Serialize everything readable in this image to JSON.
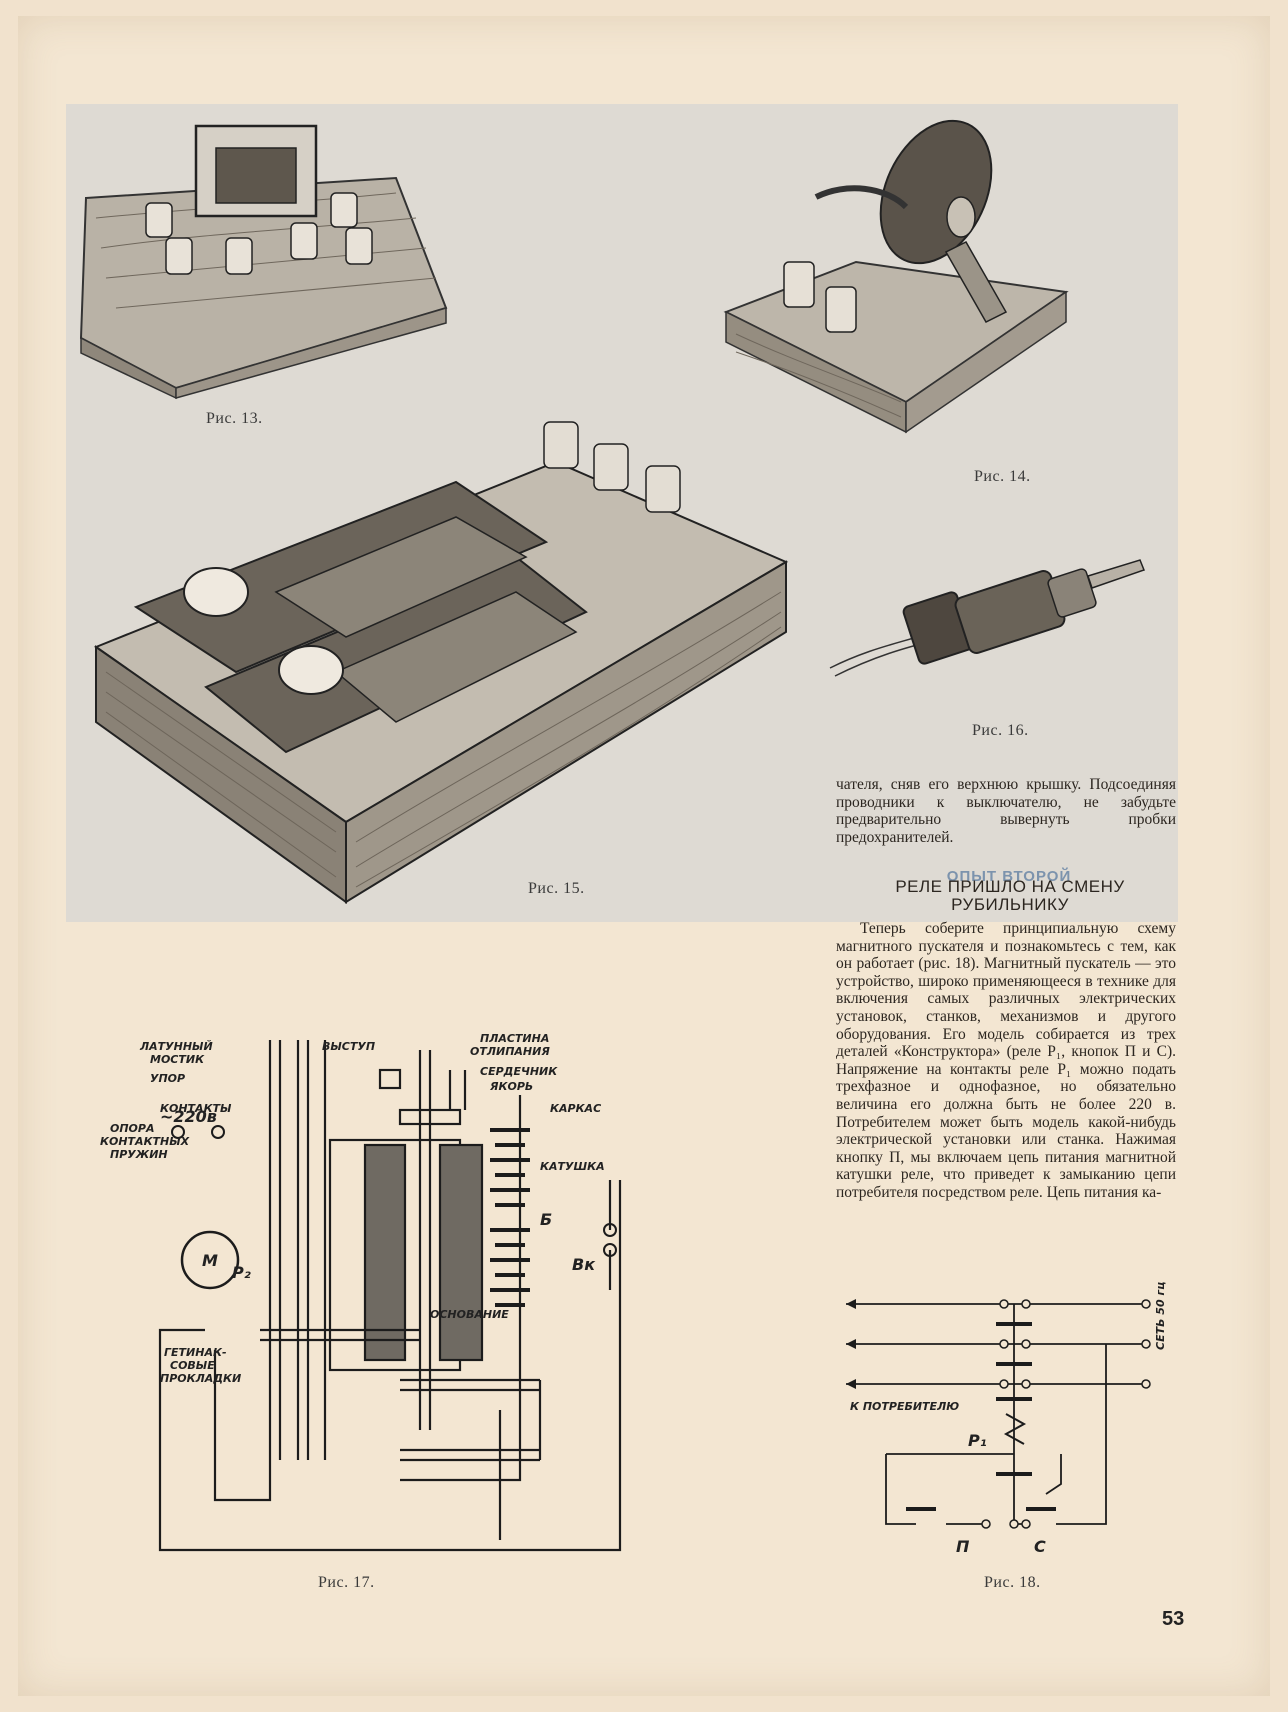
{
  "figures": {
    "fig13": {
      "caption": "Рис. 13."
    },
    "fig14": {
      "caption": "Рис. 14."
    },
    "fig15": {
      "caption": "Рис. 15."
    },
    "fig16": {
      "caption": "Рис. 16."
    },
    "fig17": {
      "caption": "Рис. 17.",
      "labels": {
        "brass_bridge_1": "ЛАТУННЫЙ",
        "brass_bridge_2": "МОСТИК",
        "stop": "УПОР",
        "contacts": "КОНТАКТЫ",
        "spring_support_1": "ОПОРА",
        "spring_support_2": "КОНТАКТНЫХ",
        "spring_support_3": "ПРУЖИН",
        "voltage": "~220в",
        "motor": "М",
        "relay": "Р₂",
        "getinax_1": "ГЕТИНАК-",
        "getinax_2": "СОВЫЕ",
        "getinax_3": "ПРОКЛАДКИ",
        "ledge": "ВЫСТУП",
        "plate_1": "ПЛАСТИНА",
        "plate_2": "ОТЛИПАНИЯ",
        "core": "СЕРДЕЧНИК",
        "armature": "ЯКОРЬ",
        "frame": "КАРКАС",
        "coil": "КАТУШКА",
        "battery": "Б",
        "switch": "Вк",
        "base": "ОСНОВАНИЕ"
      }
    },
    "fig18": {
      "caption": "Рис. 18.",
      "labels": {
        "to_consumer": "К ПОТРЕБИТЕЛЮ",
        "network": "СЕТЬ 50 гц",
        "relay": "Р₁",
        "button_p": "П",
        "button_c": "С"
      }
    }
  },
  "text": {
    "continuation": "чателя, сняв его верхнюю крышку. Подсоединяя проводники к выключателю, не забудьте предварительно вывернуть пробки предохранителей.",
    "kicker": "ОПЫТ ВТОРОЙ",
    "title_line1": "РЕЛЕ ПРИШЛО НА СМЕНУ",
    "title_line2": "РУБИЛЬНИКУ",
    "body": "Теперь соберите принципиальную схему магнитного пускателя и познакомьтесь с тем, как он работает (рис. 18). Магнитный пускатель — это устройство, широко применяющееся в технике для включения самых различных электрических установок, станков, механизмов и другого оборудования. Его модель собирается из трех деталей «Конструктора» (реле Р₁, кнопок П и С). Напряжение на контакты реле Р₁ можно подать трехфазное и однофазное, но обязательно величина его должна быть не более 220 в. Потребителем может быть модель какой-нибудь электрической установки или станка. Нажимая кнопку П, мы включаем цепь питания магнитной катушки реле, что приведет к замыканию цепи потребителя посредством реле. Цепь питания ка-"
  },
  "page_number": "53"
}
